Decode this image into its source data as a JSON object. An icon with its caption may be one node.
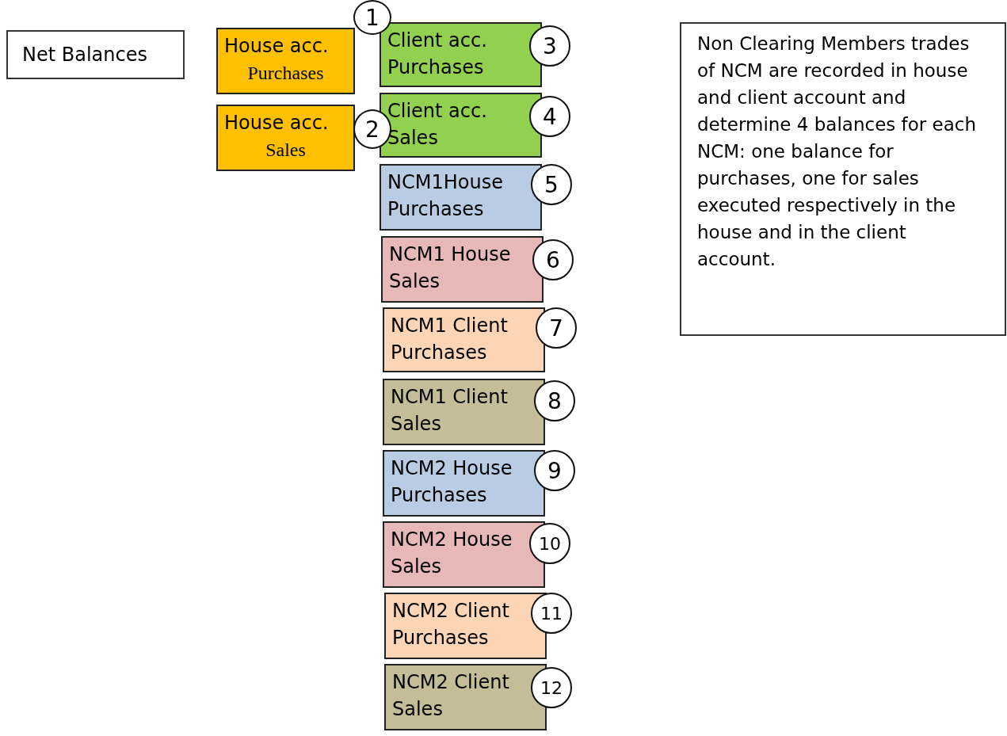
{
  "diagram": {
    "nodes": [
      {
        "text": [
          "Net Balances"
        ]
      },
      {
        "text": [
          "House acc.",
          "Purchases"
        ]
      },
      {
        "text": [
          "1"
        ]
      },
      {
        "text": [
          "House acc.",
          "Sales"
        ]
      },
      {
        "text": [
          "2"
        ]
      },
      {
        "text": [
          "Client acc. Purchases"
        ]
      },
      {
        "text": [
          "3"
        ]
      },
      {
        "text": [
          "Client acc. Sales"
        ]
      },
      {
        "text": [
          "4"
        ]
      },
      {
        "text": [
          "NCM1House Purchases"
        ]
      },
      {
        "text": [
          "5"
        ]
      },
      {
        "text": [
          "NCM1 House Sales"
        ]
      },
      {
        "text": [
          "6"
        ]
      },
      {
        "text": [
          "NCM1 Client Purchases"
        ]
      },
      {
        "text": [
          "7"
        ]
      },
      {
        "text": [
          "NCM1 Client Sales"
        ]
      },
      {
        "text": [
          "8"
        ]
      },
      {
        "text": [
          "NCM2 House Purchases"
        ]
      },
      {
        "text": [
          "9"
        ]
      },
      {
        "text": [
          "NCM2 House Sales"
        ]
      },
      {
        "text": [
          "10"
        ]
      },
      {
        "text": [
          "NCM2 Client Purchases"
        ]
      },
      {
        "text": [
          "11"
        ]
      },
      {
        "text": [
          "NCM2 Client Sales"
        ]
      },
      {
        "text": [
          "12"
        ]
      },
      {
        "text": [
          "Non Clearing Members trades of NCM are recorded in house and client account and determine 4 balances for each NCM: one balance for purchases, one for sales executed respectively in the house and in the client account."
        ]
      }
    ]
  }
}
